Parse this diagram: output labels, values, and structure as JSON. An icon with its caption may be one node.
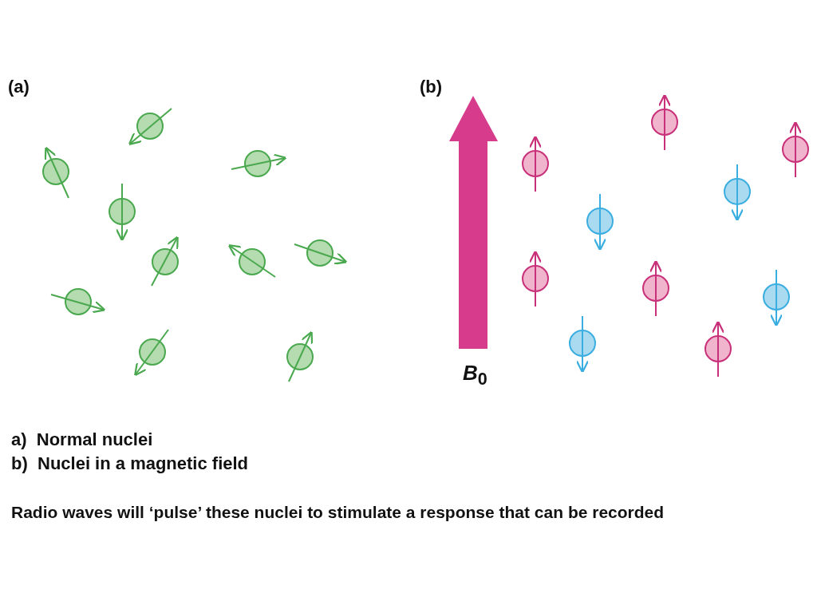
{
  "diagram": {
    "labels": [
      "(a)",
      "(b)",
      "*B*$_{0}$",
      "a)  Normal nuclei",
      "b)  Nuclei in a magnetic field",
      "Radio waves will ‘pulse’ these nuclei to stimulate a response that can be recorded"
    ]
  }
}
